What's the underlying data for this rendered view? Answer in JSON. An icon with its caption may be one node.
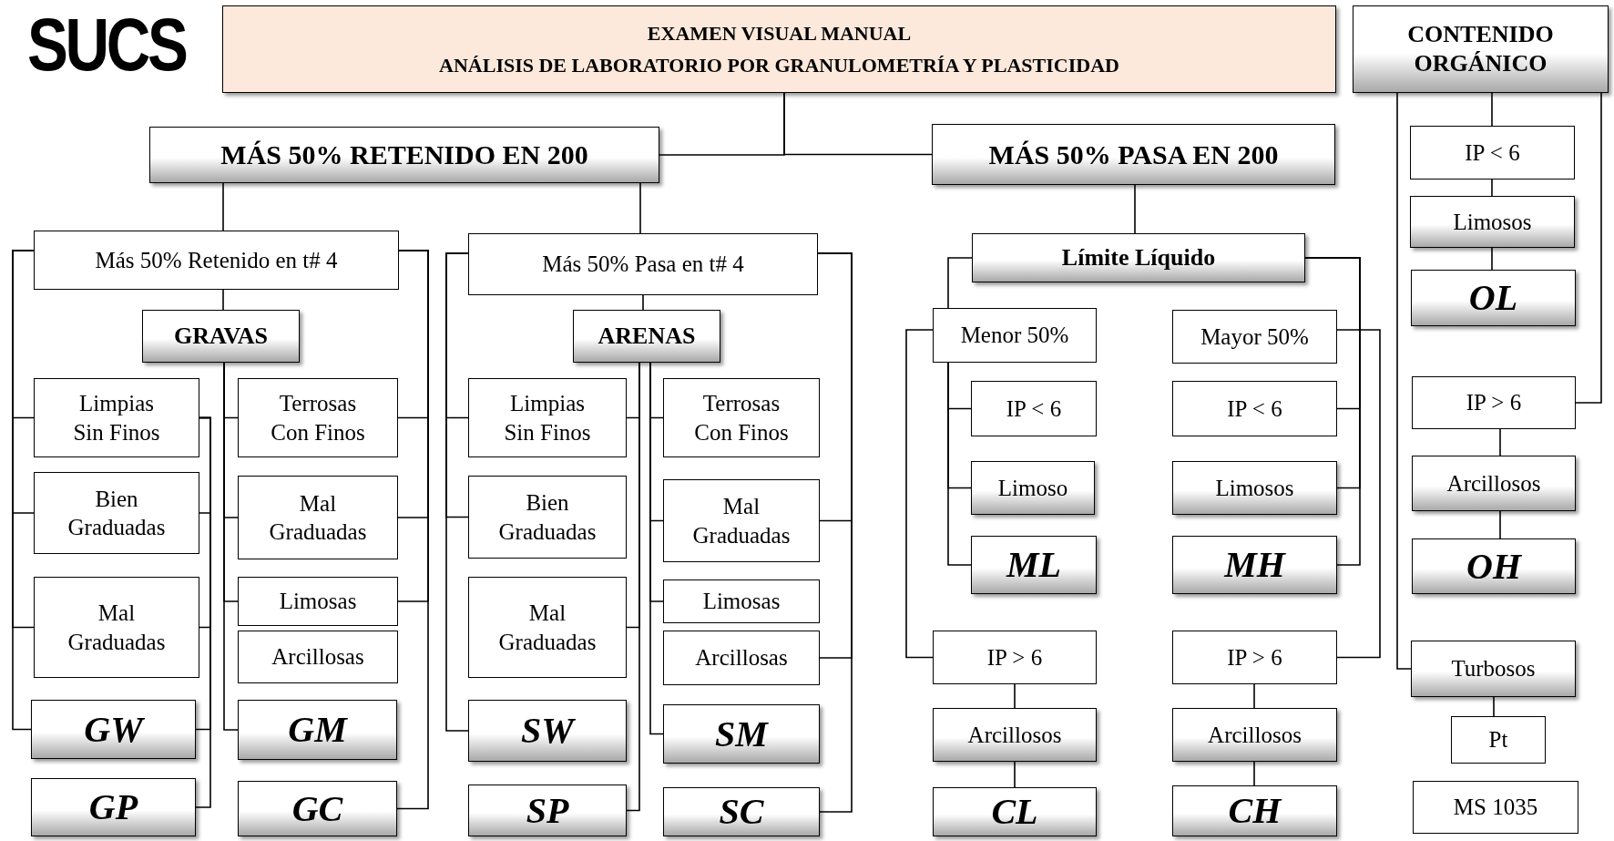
{
  "diagram": {
    "title": "SUCS",
    "nodes": [
      {
        "text": [
          "EXAMEN VISUAL MANUAL",
          "ANÁLISIS DE LABORATORIO POR GRANULOMETRÍA Y PLASTICIDAD"
        ]
      },
      {
        "text": [
          "MÁS 50% RETENIDO EN 200"
        ]
      },
      {
        "text": [
          "MÁS 50% PASA EN 200"
        ]
      },
      {
        "text": [
          "CONTENIDO ORGÁNICO"
        ]
      },
      {
        "text": [
          "Más 50% Retenido en t# 4"
        ]
      },
      {
        "text": [
          "GRAVAS"
        ]
      },
      {
        "text": [
          "Limpias Sin Finos"
        ]
      },
      {
        "text": [
          "Bien Graduadas"
        ]
      },
      {
        "text": [
          "Mal Graduadas"
        ]
      },
      {
        "text": [
          "GW"
        ]
      },
      {
        "text": [
          "GP"
        ]
      },
      {
        "text": [
          "Terrosas Con Finos"
        ]
      },
      {
        "text": [
          "Mal Graduadas"
        ]
      },
      {
        "text": [
          "Limosas"
        ]
      },
      {
        "text": [
          "Arcillosas"
        ]
      },
      {
        "text": [
          "GM"
        ]
      },
      {
        "text": [
          "GC"
        ]
      },
      {
        "text": [
          "Más 50% Pasa en t# 4"
        ]
      },
      {
        "text": [
          "ARENAS"
        ]
      },
      {
        "text": [
          "Limpias Sin Finos"
        ]
      },
      {
        "text": [
          "Bien Graduadas"
        ]
      },
      {
        "text": [
          "Mal Graduadas"
        ]
      },
      {
        "text": [
          "SW"
        ]
      },
      {
        "text": [
          "SP"
        ]
      },
      {
        "text": [
          "Terrosas Con Finos"
        ]
      },
      {
        "text": [
          "Mal Graduadas"
        ]
      },
      {
        "text": [
          "Limosas"
        ]
      },
      {
        "text": [
          "Arcillosas"
        ]
      },
      {
        "text": [
          "SM"
        ]
      },
      {
        "text": [
          "SC"
        ]
      },
      {
        "text": [
          "Límite Líquido"
        ]
      },
      {
        "text": [
          "Menor 50%"
        ]
      },
      {
        "text": [
          "IP < 6"
        ]
      },
      {
        "text": [
          "Limoso"
        ]
      },
      {
        "text": [
          "ML"
        ]
      },
      {
        "text": [
          "IP > 6"
        ]
      },
      {
        "text": [
          "Arcillosos"
        ]
      },
      {
        "text": [
          "CL"
        ]
      },
      {
        "text": [
          "Mayor 50%"
        ]
      },
      {
        "text": [
          "IP < 6"
        ]
      },
      {
        "text": [
          "Limosos"
        ]
      },
      {
        "text": [
          "MH"
        ]
      },
      {
        "text": [
          "IP > 6"
        ]
      },
      {
        "text": [
          "Arcillosos"
        ]
      },
      {
        "text": [
          "CH"
        ]
      },
      {
        "text": [
          "IP < 6"
        ]
      },
      {
        "text": [
          "Limosos"
        ]
      },
      {
        "text": [
          "OL"
        ]
      },
      {
        "text": [
          "IP > 6"
        ]
      },
      {
        "text": [
          "Arcillosos"
        ]
      },
      {
        "text": [
          "OH"
        ]
      },
      {
        "text": [
          "Turbosos"
        ]
      },
      {
        "text": [
          "Pt"
        ]
      },
      {
        "text": [
          "MS 1035"
        ]
      }
    ],
    "edges": [
      {
        "from": 0,
        "to": 1,
        "arrow": "none"
      },
      {
        "from": 0,
        "to": 2,
        "arrow": "none"
      },
      {
        "from": 1,
        "to": 4,
        "arrow": "none"
      },
      {
        "from": 1,
        "to": 17,
        "arrow": "none"
      },
      {
        "from": 2,
        "to": 30,
        "arrow": "none"
      },
      {
        "from": 3,
        "to": 45,
        "arrow": "none"
      },
      {
        "from": 4,
        "to": 5,
        "arrow": "none"
      },
      {
        "from": 4,
        "to": 6,
        "arrow": "none"
      },
      {
        "from": 4,
        "to": 7,
        "arrow": "none"
      },
      {
        "from": 4,
        "to": 8,
        "arrow": "none"
      },
      {
        "from": 4,
        "to": 9,
        "arrow": "none"
      },
      {
        "from": 6,
        "to": 7,
        "arrow": "none"
      },
      {
        "from": 6,
        "to": 8,
        "arrow": "none"
      },
      {
        "from": 6,
        "to": 9,
        "arrow": "none"
      },
      {
        "from": 6,
        "to": 10,
        "arrow": "none"
      },
      {
        "from": 5,
        "to": 11,
        "arrow": "none"
      },
      {
        "from": 5,
        "to": 12,
        "arrow": "none"
      },
      {
        "from": 5,
        "to": 13,
        "arrow": "none"
      },
      {
        "from": 5,
        "to": 15,
        "arrow": "none"
      },
      {
        "from": 4,
        "to": 11,
        "arrow": "none"
      },
      {
        "from": 4,
        "to": 12,
        "arrow": "none"
      },
      {
        "from": 4,
        "to": 13,
        "arrow": "none"
      },
      {
        "from": 4,
        "to": 16,
        "arrow": "none"
      },
      {
        "from": 17,
        "to": 18,
        "arrow": "none"
      },
      {
        "from": 17,
        "to": 19,
        "arrow": "none"
      },
      {
        "from": 17,
        "to": 20,
        "arrow": "none"
      },
      {
        "from": 17,
        "to": 22,
        "arrow": "none"
      },
      {
        "from": 18,
        "to": 19,
        "arrow": "none"
      },
      {
        "from": 18,
        "to": 21,
        "arrow": "none"
      },
      {
        "from": 18,
        "to": 23,
        "arrow": "none"
      },
      {
        "from": 18,
        "to": 24,
        "arrow": "none"
      },
      {
        "from": 18,
        "to": 25,
        "arrow": "none"
      },
      {
        "from": 18,
        "to": 26,
        "arrow": "none"
      },
      {
        "from": 18,
        "to": 28,
        "arrow": "none"
      },
      {
        "from": 17,
        "to": 25,
        "arrow": "none"
      },
      {
        "from": 17,
        "to": 27,
        "arrow": "none"
      },
      {
        "from": 17,
        "to": 29,
        "arrow": "none"
      },
      {
        "from": 30,
        "to": 31,
        "arrow": "none"
      },
      {
        "from": 31,
        "to": 32,
        "arrow": "none"
      },
      {
        "from": 31,
        "to": 33,
        "arrow": "none"
      },
      {
        "from": 31,
        "to": 34,
        "arrow": "none"
      },
      {
        "from": 31,
        "to": 35,
        "arrow": "none"
      },
      {
        "from": 35,
        "to": 36,
        "arrow": "none"
      },
      {
        "from": 36,
        "to": 37,
        "arrow": "none"
      },
      {
        "from": 30,
        "to": 39,
        "arrow": "none"
      },
      {
        "from": 30,
        "to": 40,
        "arrow": "none"
      },
      {
        "from": 30,
        "to": 41,
        "arrow": "none"
      },
      {
        "from": 38,
        "to": 42,
        "arrow": "none"
      },
      {
        "from": 42,
        "to": 43,
        "arrow": "none"
      },
      {
        "from": 43,
        "to": 44,
        "arrow": "none"
      },
      {
        "from": 45,
        "to": 46,
        "arrow": "none"
      },
      {
        "from": 46,
        "to": 47,
        "arrow": "none"
      },
      {
        "from": 3,
        "to": 48,
        "arrow": "none"
      },
      {
        "from": 48,
        "to": 49,
        "arrow": "none"
      },
      {
        "from": 49,
        "to": 50,
        "arrow": "none"
      },
      {
        "from": 3,
        "to": 51,
        "arrow": "none"
      },
      {
        "from": 51,
        "to": 52,
        "arrow": "none"
      }
    ]
  }
}
